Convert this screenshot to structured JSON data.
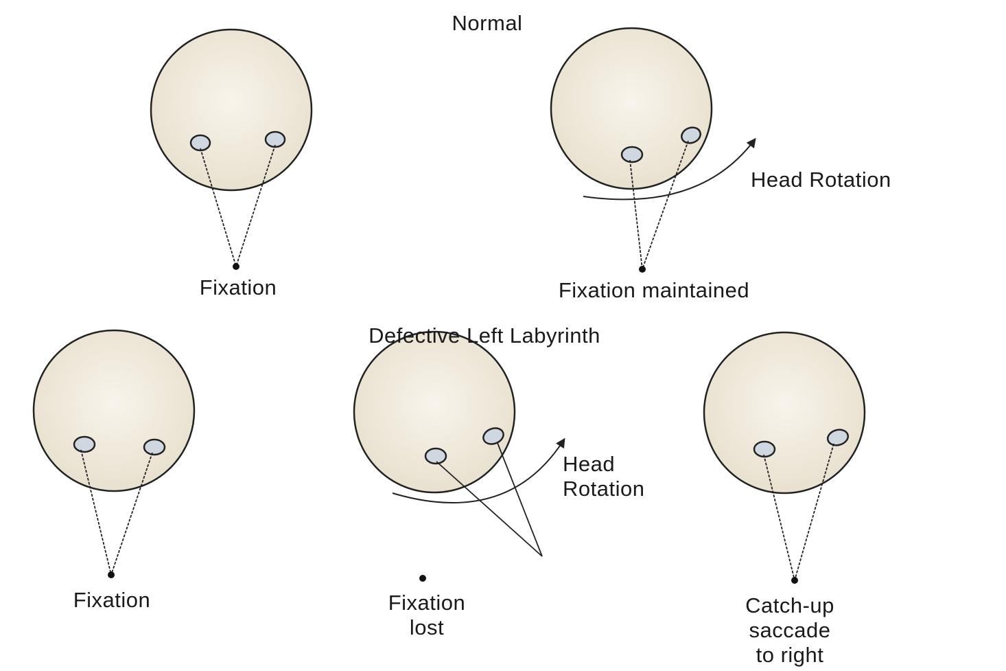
{
  "sections": {
    "top_heading": "Normal",
    "bottom_heading": "Defective Left Labyrinth"
  },
  "panels": {
    "normal_rest": {
      "caption": "Fixation"
    },
    "normal_rotated": {
      "caption": "Fixation maintained",
      "arrow_label": "Head Rotation"
    },
    "defective_rest": {
      "caption": "Fixation"
    },
    "defective_rotated": {
      "caption_line1": "Fixation",
      "caption_line2": "lost",
      "arrow_label_line1": "Head",
      "arrow_label_line2": "Rotation"
    },
    "defective_saccade": {
      "caption_line1": "Catch-up",
      "caption_line2": "saccade",
      "caption_line3": "to right"
    }
  },
  "colors": {
    "head_fill": "#f1ebdd",
    "head_stroke": "#222222",
    "eye_fill": "#cfd8e0",
    "line": "#222222"
  }
}
